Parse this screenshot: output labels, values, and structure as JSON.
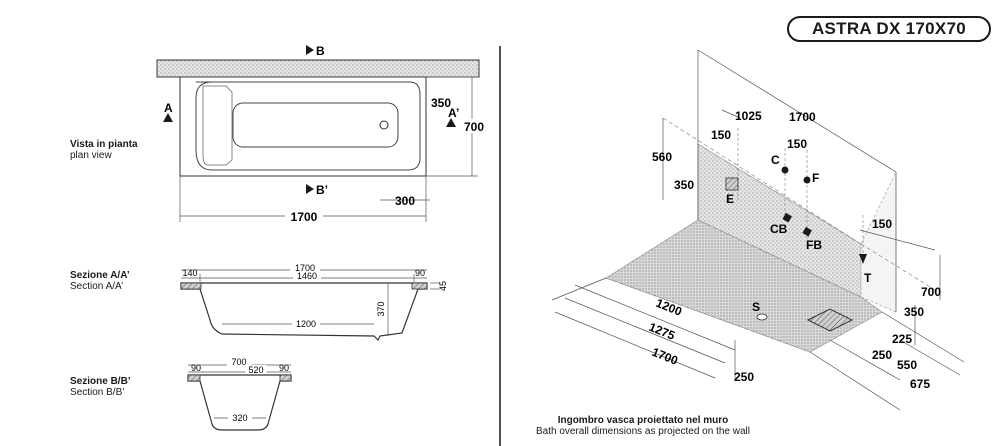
{
  "title": "ASTRA DX 170X70",
  "plan": {
    "label_it": "Vista in pianta",
    "label_en": "plan view",
    "marker_b": "B",
    "marker_b_prime": "B’",
    "marker_a": "A",
    "marker_a_prime": "A’",
    "dim_width": "1700",
    "dim_depth": "700",
    "dim_350": "350",
    "dim_300": "300"
  },
  "section_a": {
    "label_it": "Sezione A/A’",
    "label_en": "Section A/A’",
    "dim_total": "1700",
    "dim_left": "140",
    "dim_inner": "1460",
    "dim_right": "90",
    "dim_rim": "45",
    "dim_height": "370",
    "dim_bottom": "1200"
  },
  "section_b": {
    "label_it": "Sezione B/B’",
    "label_en": "Section B/B’",
    "dim_total": "700",
    "dim_left": "90",
    "dim_inner": "520",
    "dim_right": "90",
    "dim_bottom": "320"
  },
  "iso": {
    "caption_it": "Ingombro vasca proiettato nel muro",
    "caption_en": "Bath overall dimensions as projected on the wall",
    "dims": {
      "d1025": "1025",
      "d1700_top": "1700",
      "d150_a": "150",
      "d150_b": "150",
      "d560": "560",
      "d350_left": "350",
      "d150_right": "150",
      "d700": "700",
      "d350_right": "350",
      "d225": "225",
      "d250_a": "250",
      "d550": "550",
      "d675": "675",
      "d1200": "1200",
      "d1275": "1275",
      "d1700_bottom": "1700",
      "d250_b": "250"
    },
    "points": {
      "C": "C",
      "F": "F",
      "E": "E",
      "CB": "CB",
      "FB": "FB",
      "T": "T",
      "S": "S"
    }
  }
}
